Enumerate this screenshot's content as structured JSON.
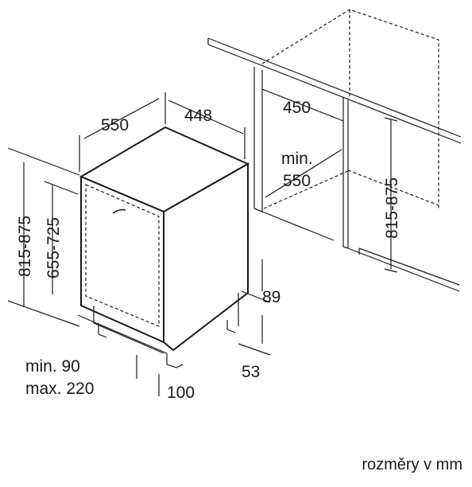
{
  "dimensions": {
    "depth_550": "550",
    "width_448": "448",
    "cabinet_width_450": "450",
    "min_label": "min.",
    "min_depth_550": "550",
    "cabinet_height": "815-875",
    "appliance_height": "815-875",
    "appliance_body_height": "655-725",
    "plinth_89": "89",
    "foot_53": "53",
    "plinth_min_label": "min. 90",
    "plinth_max_label": "max. 220",
    "plinth_depth_100": "100"
  },
  "caption": "rozměry v mm"
}
